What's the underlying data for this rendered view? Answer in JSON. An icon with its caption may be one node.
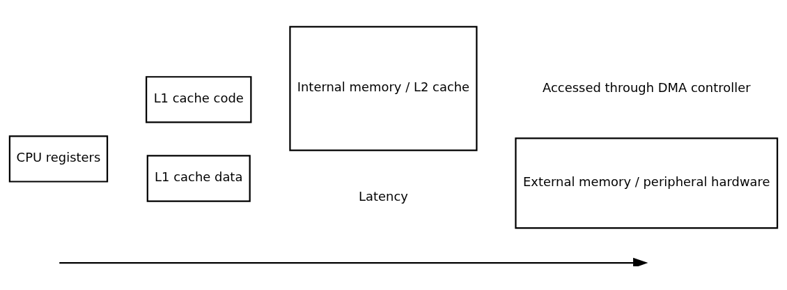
{
  "diagram": {
    "nodes": [
      {
        "text": [
          "CPU registers"
        ]
      },
      {
        "text": [
          "L1 cache code"
        ]
      },
      {
        "text": [
          "L1 cache data"
        ]
      },
      {
        "text": [
          "Internal memory / L2 cache"
        ]
      },
      {
        "text": [
          "External memory / peripheral hardware"
        ],
        "beside": [
          "Accessed through DMA controller"
        ]
      }
    ],
    "edges": [],
    "labels": [
      "Latency"
    ]
  }
}
